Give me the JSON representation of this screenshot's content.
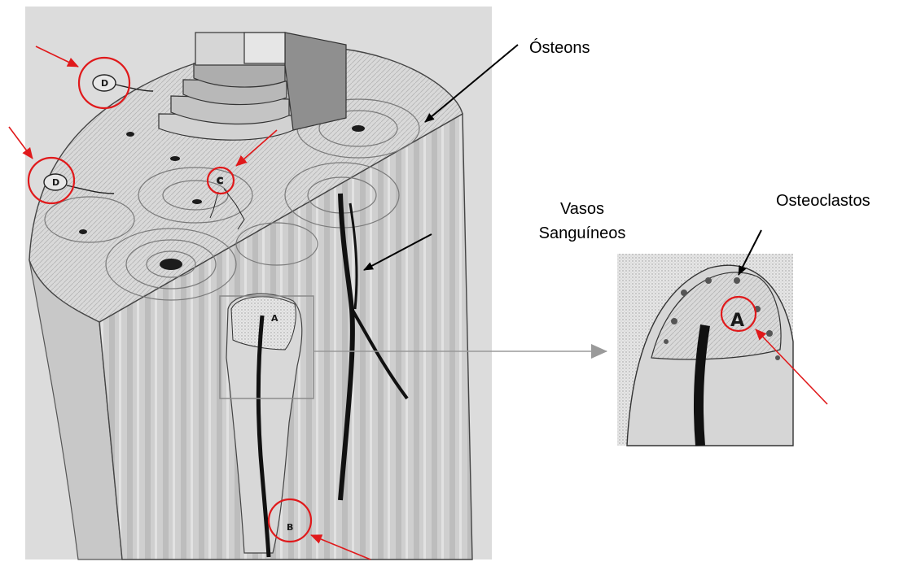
{
  "labels": {
    "osteons": "Ósteons",
    "vessels_line1": "Vasos",
    "vessels_line2": "Sanguíneos",
    "osteoclasts": "Osteoclastos"
  },
  "markers": {
    "A": "A",
    "B": "B",
    "C": "C",
    "D": "D"
  },
  "colors": {
    "highlight": "#e0191b",
    "pointer": "#000000",
    "connector": "#9a9a9a",
    "drawing_bg": "#d4d4d4"
  }
}
